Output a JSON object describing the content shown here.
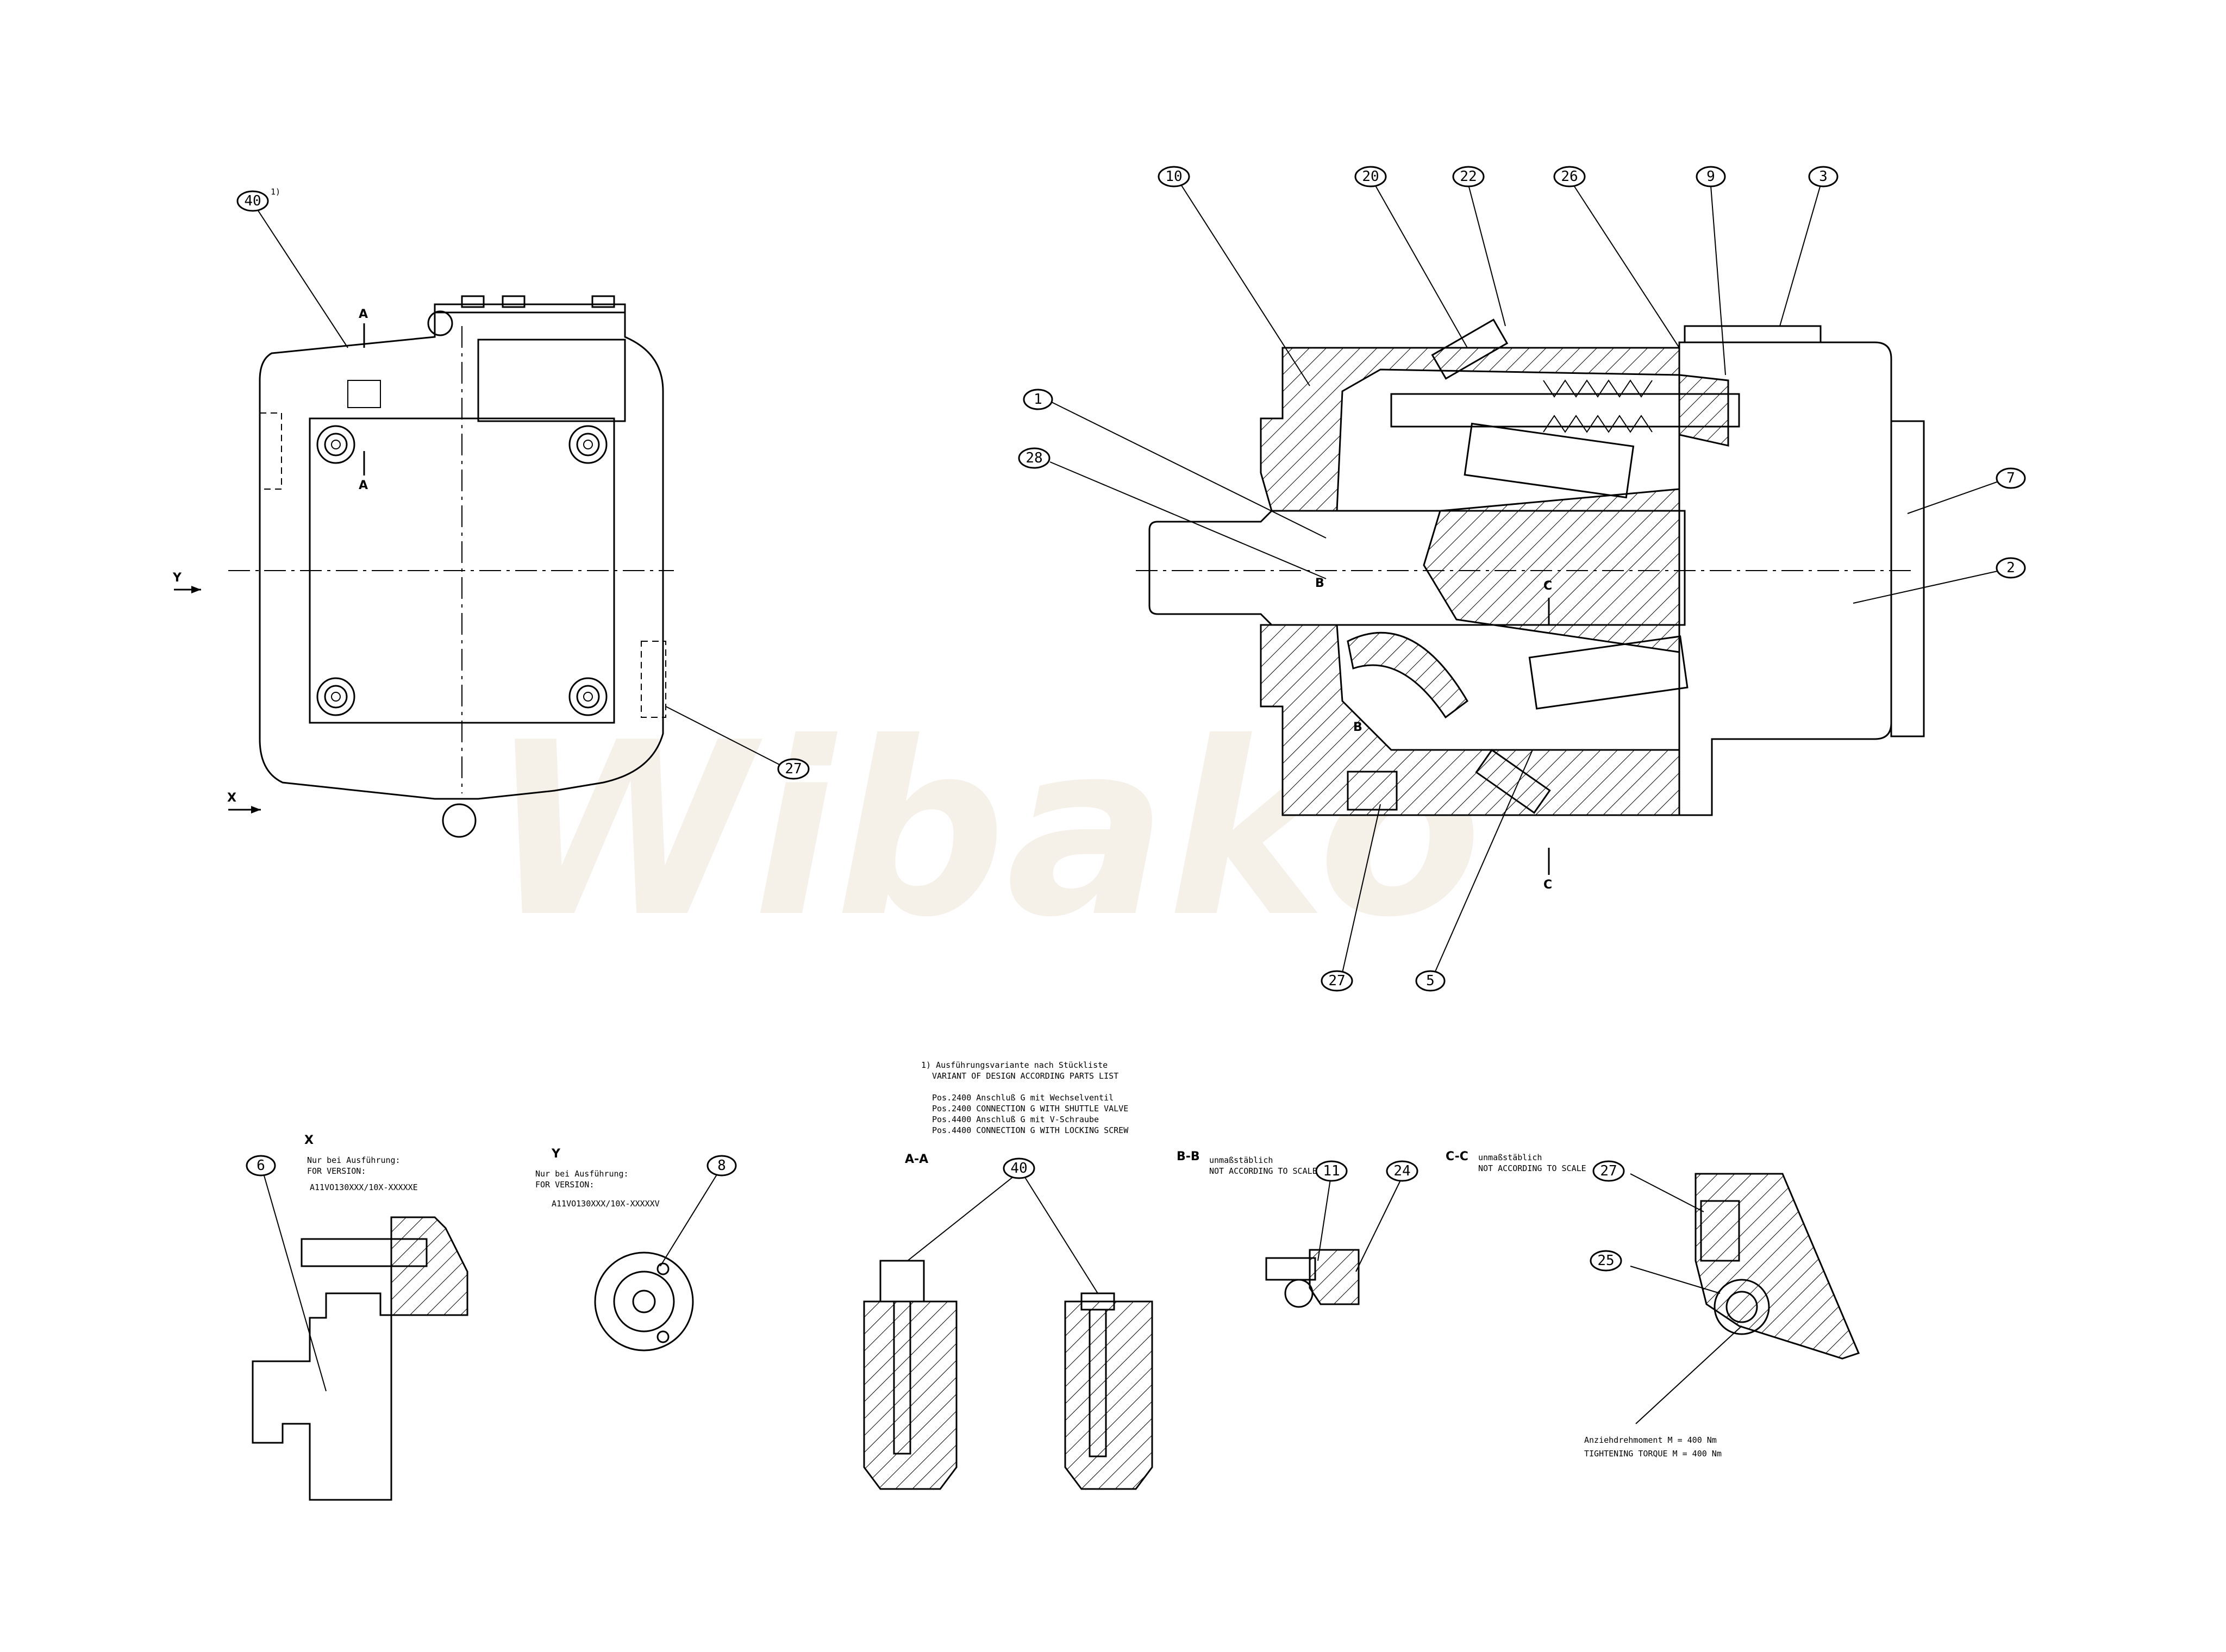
{
  "watermark": "Wibako",
  "front_view": {
    "balloons": {
      "b40": "40",
      "b27": "27"
    },
    "superscript": "1)",
    "section_A": "A",
    "label_Y": "Y",
    "label_X": "X"
  },
  "section_view": {
    "balloons": {
      "b10": "10",
      "b20": "20",
      "b22": "22",
      "b26": "26",
      "b9": "9",
      "b3": "3",
      "b1": "1",
      "b28": "28",
      "b7": "7",
      "b2": "2",
      "b27": "27",
      "b5": "5"
    },
    "label_B": "B",
    "label_C": "C"
  },
  "note_footnote": {
    "line1": "1) Ausführungsvariante nach Stückliste",
    "line2": "VARIANT OF DESIGN ACCORDING PARTS LIST",
    "line3": "Pos.2400 Anschluß G mit Wechselventil",
    "line4": "Pos.2400 CONNECTION G WITH SHUTTLE VALVE",
    "line5": "Pos.4400 Anschluß G mit V-Schraube",
    "line6": "Pos.4400 CONNECTION G WITH LOCKING SCREW"
  },
  "detail_X": {
    "title": "X",
    "note1": "Nur bei Ausführung:",
    "note2": "FOR VERSION:",
    "version": "A11VO130XXX/10X-XXXXXE",
    "balloon": "6"
  },
  "detail_Y": {
    "title": "Y",
    "note1": "Nur bei Ausführung:",
    "note2": "FOR VERSION:",
    "version": "A11VO130XXX/10X-XXXXXV",
    "balloon": "8"
  },
  "detail_AA": {
    "title": "A-A",
    "balloon": "40"
  },
  "detail_BB": {
    "title": "B-B",
    "scale_de": "unmaßstäblich",
    "scale_en": "NOT ACCORDING TO SCALE",
    "balloon_a": "11",
    "balloon_b": "24"
  },
  "detail_CC": {
    "title": "C-C",
    "scale_de": "unmaßstäblich",
    "scale_en": "NOT ACCORDING TO SCALE",
    "balloon_a": "27",
    "balloon_b": "25",
    "torque_de": "Anziehdrehmoment M = 400 Nm",
    "torque_en": "TIGHTENING TORQUE M = 400 Nm"
  }
}
